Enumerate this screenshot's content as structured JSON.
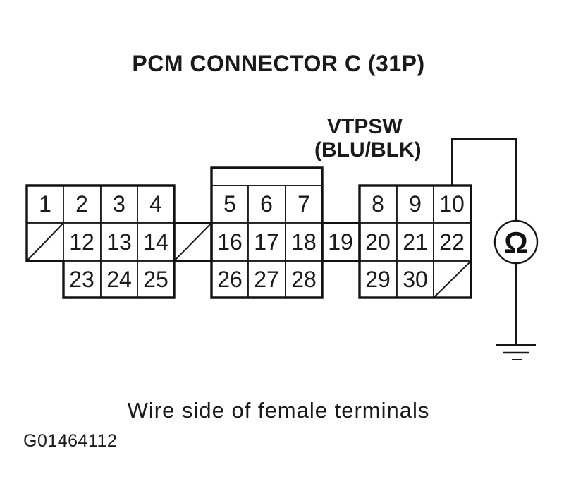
{
  "page": {
    "title": "PCM CONNECTOR C (31P)",
    "caption": "Wire side of female terminals",
    "figure_id": "G01464112"
  },
  "signal": {
    "name": "VTPSW",
    "wire_color": "(BLU/BLK)"
  },
  "meter": {
    "type": "ohmmeter",
    "symbol": "Ω"
  },
  "connector": {
    "terminals": [
      "1",
      "2",
      "3",
      "4",
      "5",
      "6",
      "7",
      "8",
      "9",
      "10",
      "12",
      "13",
      "14",
      "16",
      "17",
      "18",
      "19",
      "20",
      "21",
      "22",
      "23",
      "24",
      "25",
      "26",
      "27",
      "28",
      "29",
      "30"
    ]
  },
  "colors": {
    "ink": "#1a1a1a",
    "paper": "#ffffff"
  }
}
